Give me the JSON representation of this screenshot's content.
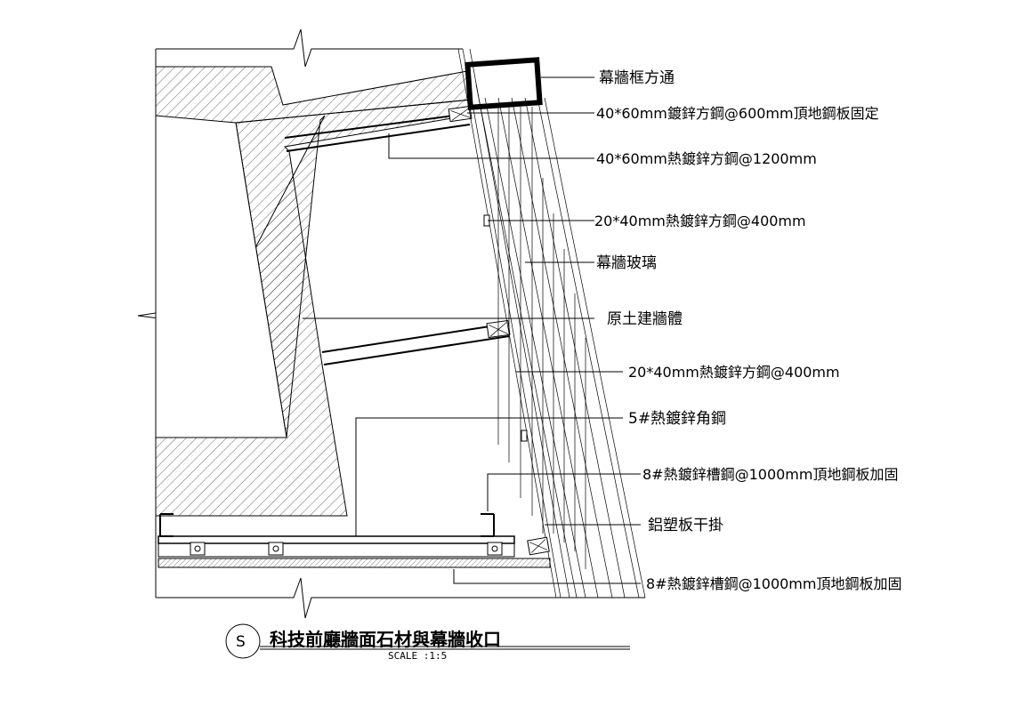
{
  "labels": {
    "curtain_wall_frame": "幕牆框方通",
    "galv_steel_600": "40*60mm鍍鋅方鋼@600mm頂地鋼板固定",
    "hot_galv_steel_1200": "40*60mm熱鍍鋅方鋼@1200mm",
    "hot_galv_steel_400_a": "20*40mm熱鍍鋅方鋼@400mm",
    "curtain_glass": "幕牆玻璃",
    "original_wall": "原土建牆體",
    "hot_galv_steel_400_b": "20*40mm熱鍍鋅方鋼@400mm",
    "angle_steel": "5#熱鍍鋅角鋼",
    "channel_steel_a": "8#熱鍍鋅槽鋼@1000mm頂地鋼板加固",
    "aluminum_panel": "鋁塑板干掛",
    "channel_steel_b": "8#熱鍍鋅槽鋼@1000mm頂地鋼板加固"
  },
  "title_block": {
    "symbol": "S",
    "title": "科技前廳牆面石材與幕牆收口",
    "scale": "SCALE :1:5"
  },
  "colors": {
    "line": "#000000",
    "background": "#ffffff"
  }
}
